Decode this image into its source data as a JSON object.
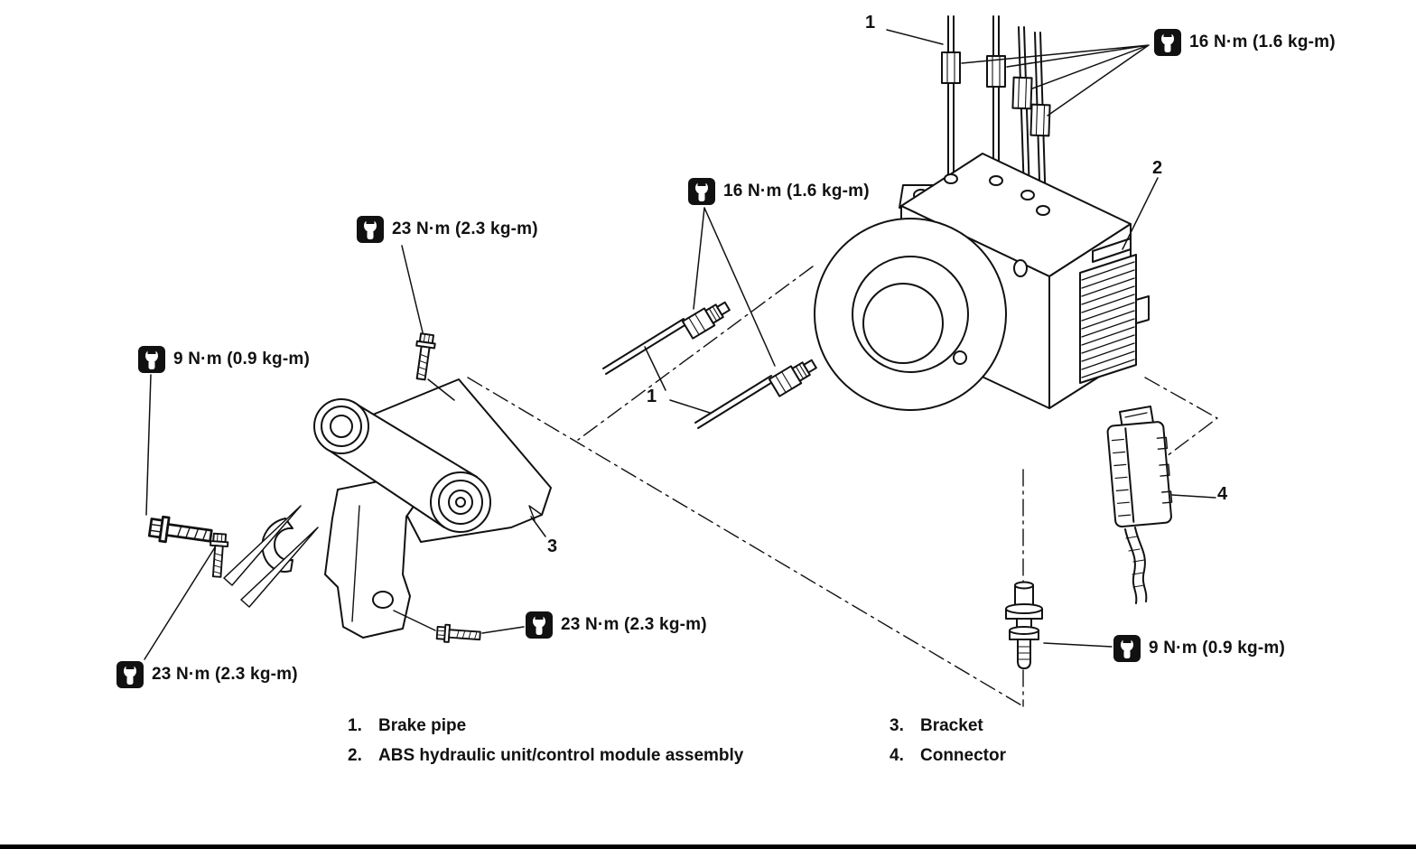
{
  "colors": {
    "ink": "#111111",
    "paper": "#ffffff"
  },
  "torque_labels": [
    {
      "id": "brake-pipes-top",
      "icon": "wrench-icon",
      "text": "16 N·m (1.6 kg-m)"
    },
    {
      "id": "brake-pipes-side",
      "icon": "wrench-icon",
      "text": "16 N·m (1.6 kg-m)"
    },
    {
      "id": "bracket-upper-bolt",
      "icon": "wrench-icon",
      "text": "23 N·m (2.3 kg-m)"
    },
    {
      "id": "bracket-mount-bolt",
      "icon": "wrench-icon",
      "text": "9 N·m (0.9 kg-m)"
    },
    {
      "id": "bracket-front-bolt",
      "icon": "wrench-icon",
      "text": "23 N·m (2.3 kg-m)"
    },
    {
      "id": "bracket-lower-bolt",
      "icon": "wrench-icon",
      "text": "23 N·m (2.3 kg-m)"
    },
    {
      "id": "mount-stud",
      "icon": "wrench-icon",
      "text": "9 N·m (0.9 kg-m)"
    }
  ],
  "callouts": [
    {
      "n": "1"
    },
    {
      "n": "2"
    },
    {
      "n": "1"
    },
    {
      "n": "3"
    },
    {
      "n": "4"
    }
  ],
  "legend": [
    {
      "num": "1.",
      "label": "Brake pipe"
    },
    {
      "num": "2.",
      "label": "ABS hydraulic unit/control module assembly"
    },
    {
      "num": "3.",
      "label": "Bracket"
    },
    {
      "num": "4.",
      "label": "Connector"
    }
  ]
}
